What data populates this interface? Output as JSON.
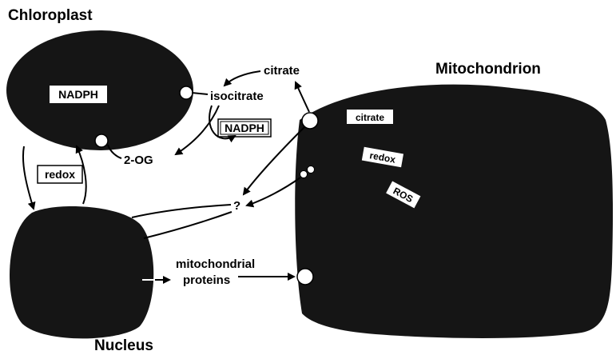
{
  "colors": {
    "organelle_fill": "#151515",
    "background": "#ffffff",
    "transporter": "#ffffff",
    "ink": "#000000"
  },
  "headings": {
    "chloroplast": "Chloroplast",
    "mitochondrion": "Mitochondrion",
    "nucleus": "Nucleus"
  },
  "chloroplast": {
    "nadph": "NADPH"
  },
  "metabolites": {
    "citrate": "citrate",
    "isocitrate": "isocitrate",
    "nadph": "NADPH",
    "two_og": "2-OG"
  },
  "signals": {
    "redox_boxed": "redox",
    "unknown": "?"
  },
  "nucleus_link": {
    "line1": "mitochondrial",
    "line2": "proteins"
  },
  "mitochondrion": {
    "citrate": "citrate",
    "redox": "redox",
    "ros": "ROS"
  }
}
